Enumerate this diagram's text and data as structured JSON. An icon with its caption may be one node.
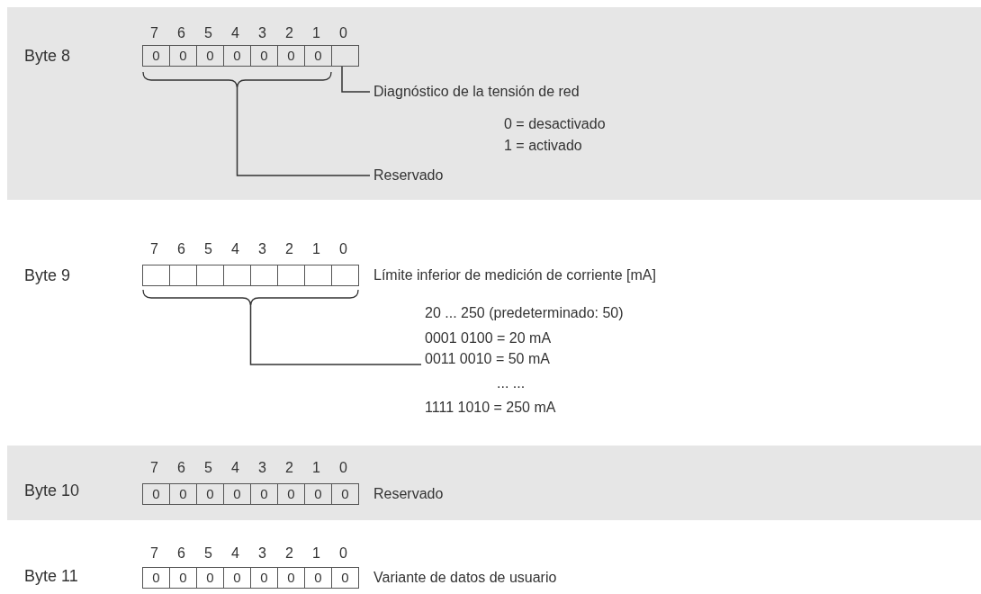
{
  "diagram": {
    "nodes": [
      {
        "text": [
          "Diagnóstico de la tensión de red"
        ]
      },
      {
        "text": [],
        "shape": "box"
      },
      {
        "text": [
          "Reservado"
        ]
      },
      {
        "text": [],
        "shape": "bracket"
      },
      {
        "text": [
          "20 ... 250 (predeterminado: 50)",
          "0001 0100 = 20 mA",
          "0011 0010 = 50 mA",
          "... ...",
          "1111 1010 = 250 mA"
        ]
      },
      {
        "text": [],
        "shape": "bracket"
      }
    ],
    "edges": [
      {
        "from": 0,
        "to": 1,
        "arrow": "none"
      },
      {
        "from": 2,
        "to": 3,
        "arrow": "none"
      },
      {
        "from": 4,
        "to": 5,
        "arrow": "none"
      }
    ],
    "labels": [
      "Byte 8",
      "7",
      "6",
      "5",
      "4",
      "3",
      "2",
      "1",
      "0",
      "0",
      "0",
      "0",
      "0",
      "0",
      "0",
      "0",
      "0 = desactivado",
      "1 = activado",
      "Byte 9",
      "7",
      "6",
      "5",
      "4",
      "3",
      "2",
      "1",
      "0",
      "Límite inferior de medición de corriente [mA]",
      "Byte 10",
      "7",
      "6",
      "5",
      "4",
      "3",
      "2",
      "1",
      "0",
      "0",
      "0",
      "0",
      "0",
      "0",
      "0",
      "0",
      "0",
      "Reservado",
      "Byte 11",
      "7",
      "6",
      "5",
      "4",
      "3",
      "2",
      "1",
      "0",
      "0",
      "0",
      "0",
      "0",
      "0",
      "0",
      "0",
      "0",
      "Variante de datos de usuario"
    ]
  }
}
